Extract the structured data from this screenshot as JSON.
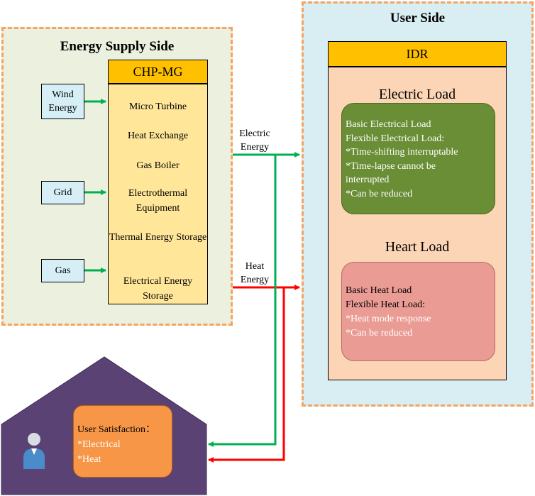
{
  "supply": {
    "title": "Energy Supply Side",
    "chp_title": "CHP-MG",
    "chp_items": [
      "Micro Turbine",
      "Heat Exchange",
      "Gas Boiler",
      "Electrothermal Equipment",
      "Thermal Energy Storage",
      "Electrical Energy Storage"
    ],
    "sources": [
      "Wind Energy",
      "Grid",
      "Gas"
    ]
  },
  "flows": {
    "electric": "Electric Energy",
    "heat": "Heat Energy"
  },
  "user": {
    "title": "User Side",
    "idr_title": "IDR",
    "electric_load": {
      "title": "Electric Load",
      "lines": [
        "Basic Electrical Load",
        "Flexible Electrical Load:",
        "*Time-shifting interruptable",
        "*Time-lapse cannot be",
        "interrupted",
        "*Can be reduced"
      ]
    },
    "heat_load": {
      "title": "Heart Load",
      "lines": [
        "Basic Heat Load",
        "Flexible Heat Load:",
        "*Heat mode response",
        "*Can be reduced"
      ]
    }
  },
  "home": {
    "satisfaction_title": "User Satisfaction：",
    "items": [
      "*Electrical",
      "*Heat"
    ]
  },
  "colors": {
    "electric_arrow": "#00b050",
    "heat_arrow": "#ff0000",
    "house": "#5b4275",
    "supply_bg": "#ebf1de",
    "user_bg": "#d9eef2",
    "border_dash": "#f4a460"
  }
}
